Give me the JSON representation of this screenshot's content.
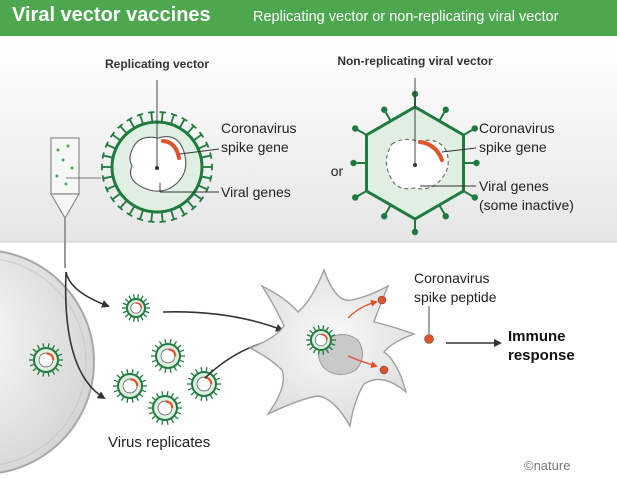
{
  "header": {
    "title": "Viral vector vaccines",
    "subtitle": "Replicating vector or non-replicating viral vector"
  },
  "top_panel": {
    "left_heading": "Replicating vector",
    "right_heading": "Non-replicating viral vector",
    "or_label": "or",
    "left_labels": {
      "spike_line1": "Coronavirus",
      "spike_line2": "spike gene",
      "genes": "Viral genes"
    },
    "right_labels": {
      "spike_line1": "Coronavirus",
      "spike_line2": "spike gene",
      "genes_line1": "Viral genes",
      "genes_line2": "(some inactive)"
    }
  },
  "bottom_panel": {
    "virus_replicates": "Virus replicates",
    "peptide_line1": "Coronavirus",
    "peptide_line2": "spike peptide",
    "immune_line1": "Immune",
    "immune_line2": "response",
    "credit": "©nature"
  },
  "colors": {
    "header_green": "#4ca74e",
    "virus_green": "#1f7a3e",
    "spike_red": "#e0522a",
    "panel_gray": "#ececec"
  }
}
